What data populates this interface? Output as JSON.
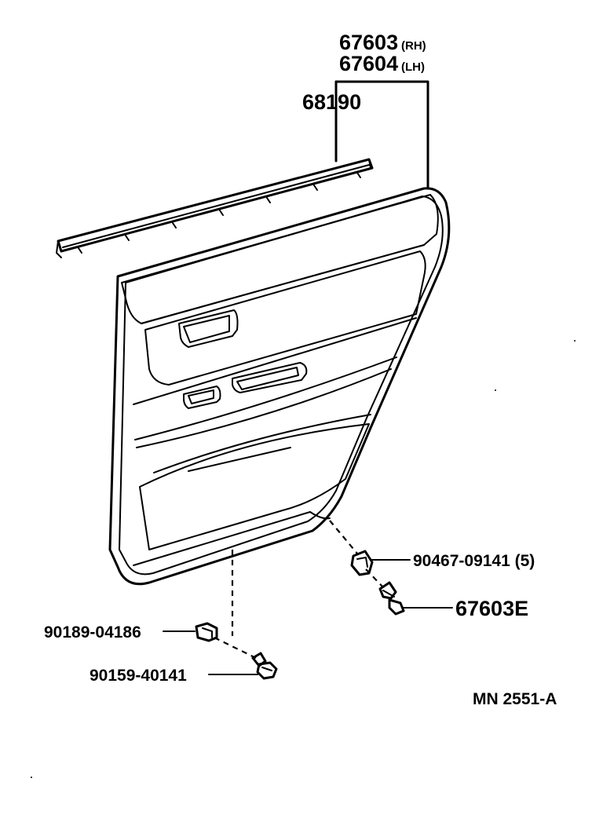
{
  "parts": {
    "board_rh": {
      "number": "67603",
      "side": "(RH)"
    },
    "board_lh": {
      "number": "67604",
      "side": "(LH)"
    },
    "weatherstrip": "68190",
    "clip_upper": "90467-09141 (5)",
    "clip_fastener": "67603E",
    "screw_grommet": "90189-04186",
    "screw": "90159-40141"
  },
  "drawing_code": "MN 2551-A"
}
